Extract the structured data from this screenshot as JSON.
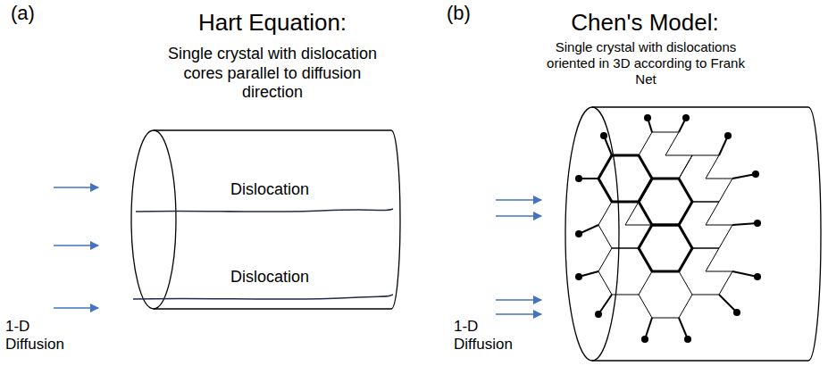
{
  "diagram": {
    "nodes": [
      {
        "text": [
          "Dislocation",
          "Dislocation"
        ]
      }
    ],
    "labels": [
      "(a)",
      "Hart Equation:",
      "Single crystal with dislocation cores parallel to diffusion direction",
      "1-D Diffusion",
      "(b)",
      "Chen's Model:",
      "Single crystal with dislocations oriented in 3D according to Frank Net",
      "1-D Diffusion"
    ]
  }
}
